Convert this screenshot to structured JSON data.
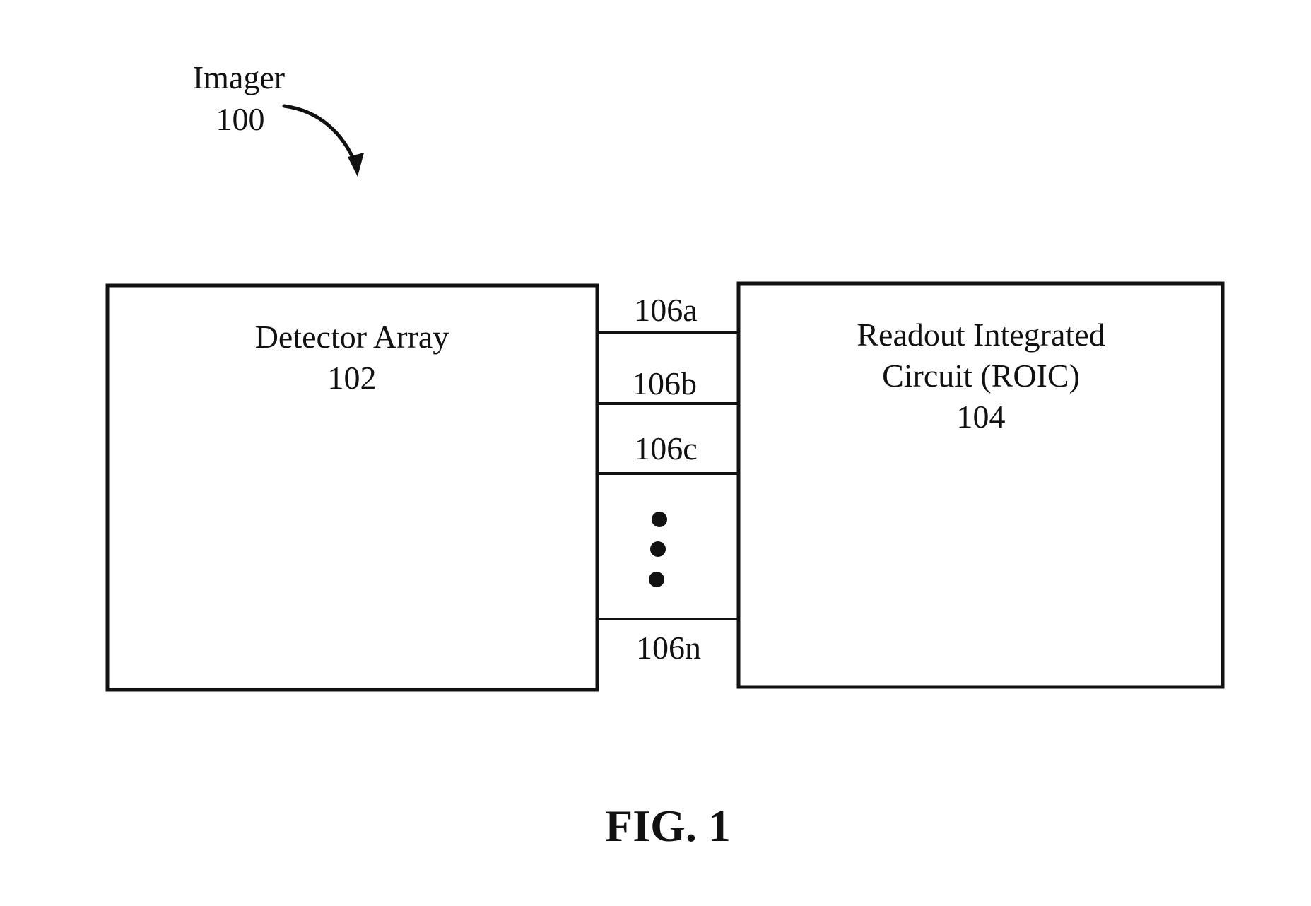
{
  "imager": {
    "label": "Imager",
    "number": "100"
  },
  "detector": {
    "title": "Detector Array",
    "number": "102"
  },
  "roic": {
    "line1": "Readout Integrated",
    "line2": "Circuit (ROIC)",
    "number": "104"
  },
  "connections": [
    "106a",
    "106b",
    "106c",
    "106n"
  ],
  "ellipsis_dots": 3,
  "figure_label": "FIG. 1"
}
